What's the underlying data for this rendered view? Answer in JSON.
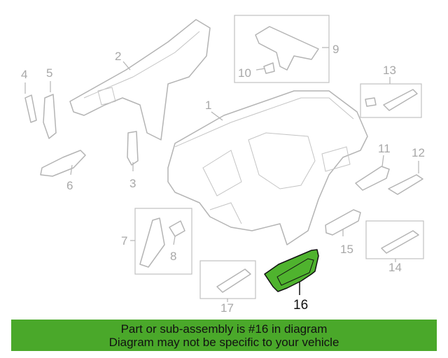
{
  "diagram": {
    "callouts": [
      "1",
      "2",
      "3",
      "4",
      "5",
      "6",
      "7",
      "8",
      "9",
      "10",
      "11",
      "12",
      "13",
      "14",
      "15",
      "16",
      "17"
    ],
    "highlighted_part": "16",
    "highlight_color": "#4fb32e"
  },
  "banner": {
    "line1": "Part or sub-assembly is #16 in diagram",
    "line2": "Diagram may not be specific to your vehicle",
    "color": "#4aa82a"
  }
}
